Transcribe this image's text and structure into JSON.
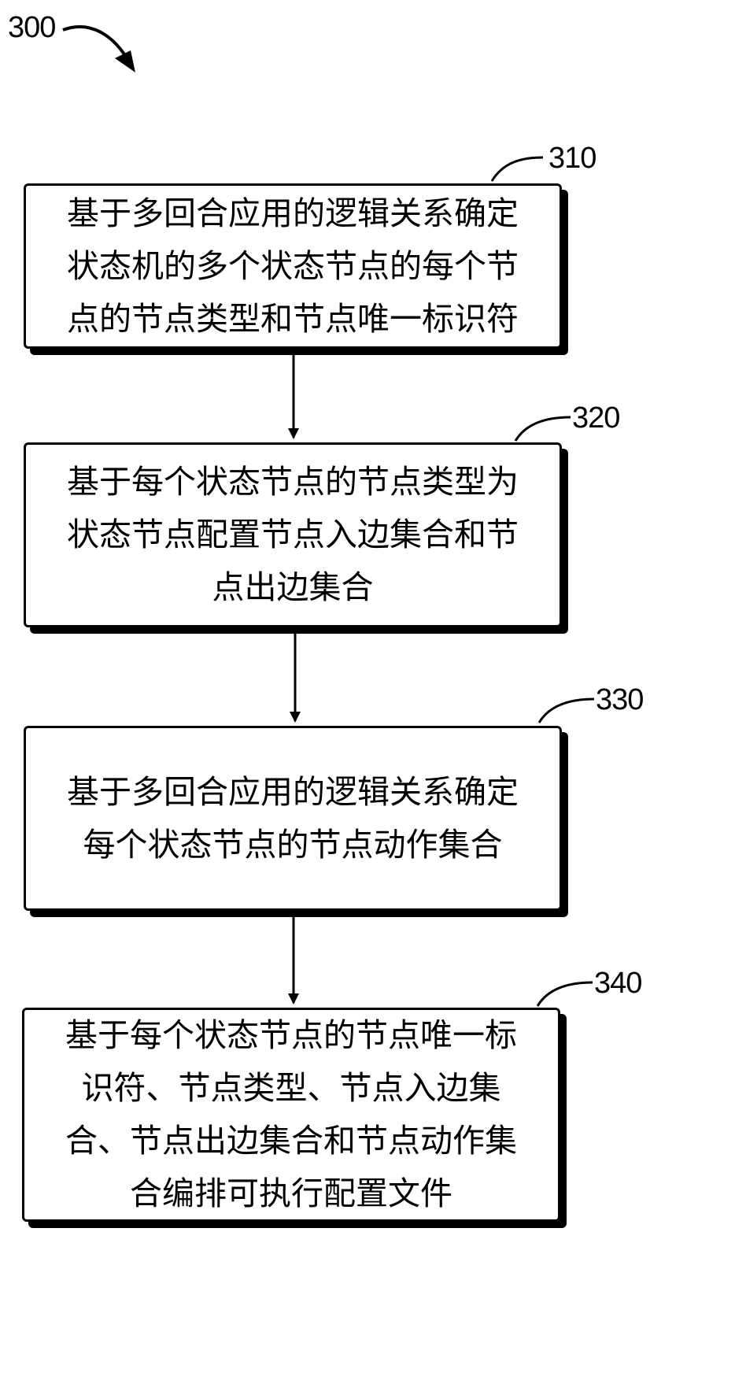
{
  "figure": {
    "label": "300"
  },
  "steps": [
    {
      "ref": "310",
      "text": "基于多回合应用的逻辑关系确定\n状态机的多个状态节点的每个节\n点的节点类型和节点唯一标识符"
    },
    {
      "ref": "320",
      "text": "基于每个状态节点的节点类型为\n状态节点配置节点入边集合和节\n点出边集合"
    },
    {
      "ref": "330",
      "text": "基于多回合应用的逻辑关系确定\n每个状态节点的节点动作集合"
    },
    {
      "ref": "340",
      "text": "基于每个状态节点的节点唯一标\n识符、节点类型、节点入边集\n合、节点出边集合和节点动作集\n合编排可执行配置文件"
    }
  ],
  "colors": {
    "line": "#000000",
    "background": "#ffffff"
  }
}
